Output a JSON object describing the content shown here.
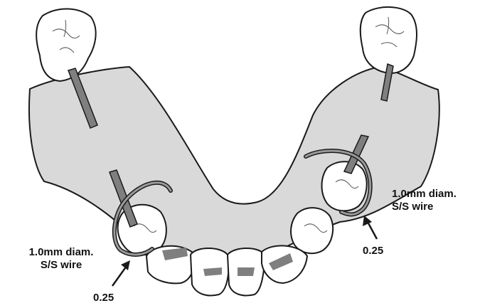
{
  "labels": {
    "left_wire": {
      "line1": "1.0mm diam.",
      "line2": "S/S wire"
    },
    "right_wire": {
      "line1": "1.0mm diam.",
      "line2": "S/S wire"
    },
    "left_measurement": "0.25",
    "right_measurement": "0.25"
  },
  "colors": {
    "plate_fill": "#d9d9d9",
    "outline": "#1a1a1a",
    "wire_rest": "#7f7f7f",
    "tooth_fill": "#ffffff",
    "background": "#ffffff"
  }
}
